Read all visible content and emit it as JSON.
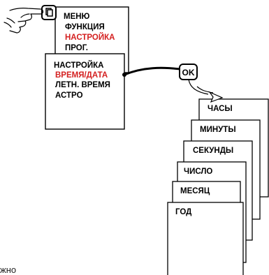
{
  "menu_panel": {
    "items": [
      {
        "text": "МЕНЮ",
        "highlight": false
      },
      {
        "text": "ФУНКЦИЯ",
        "highlight": false
      },
      {
        "text": "НАСТРОЙКА",
        "highlight": true
      },
      {
        "text": "ПРОГ.",
        "highlight": false
      }
    ]
  },
  "settings_panel": {
    "items": [
      {
        "text": "НАСТРОЙКА",
        "highlight": false
      },
      {
        "text": "ВРЕМЯ/ДАТА",
        "highlight": true
      },
      {
        "text": "ЛЕТН. ВРЕМЯ",
        "highlight": false
      },
      {
        "text": "АСТРО",
        "highlight": false
      }
    ]
  },
  "ok_button": {
    "label": "OK"
  },
  "stack_cards": [
    "ЧАСЫ",
    "МИНУТЫ",
    "СЕКУНДЫ",
    "ЧИСЛО",
    "МЕСЯЦ",
    "ГОД"
  ],
  "footer": {
    "text": "жно"
  },
  "colors": {
    "highlight": "#d42020",
    "text": "#111111",
    "line": "#000000"
  },
  "icons": [
    "finger-pointer-icon",
    "menu-button-icon",
    "arrow-icon"
  ]
}
